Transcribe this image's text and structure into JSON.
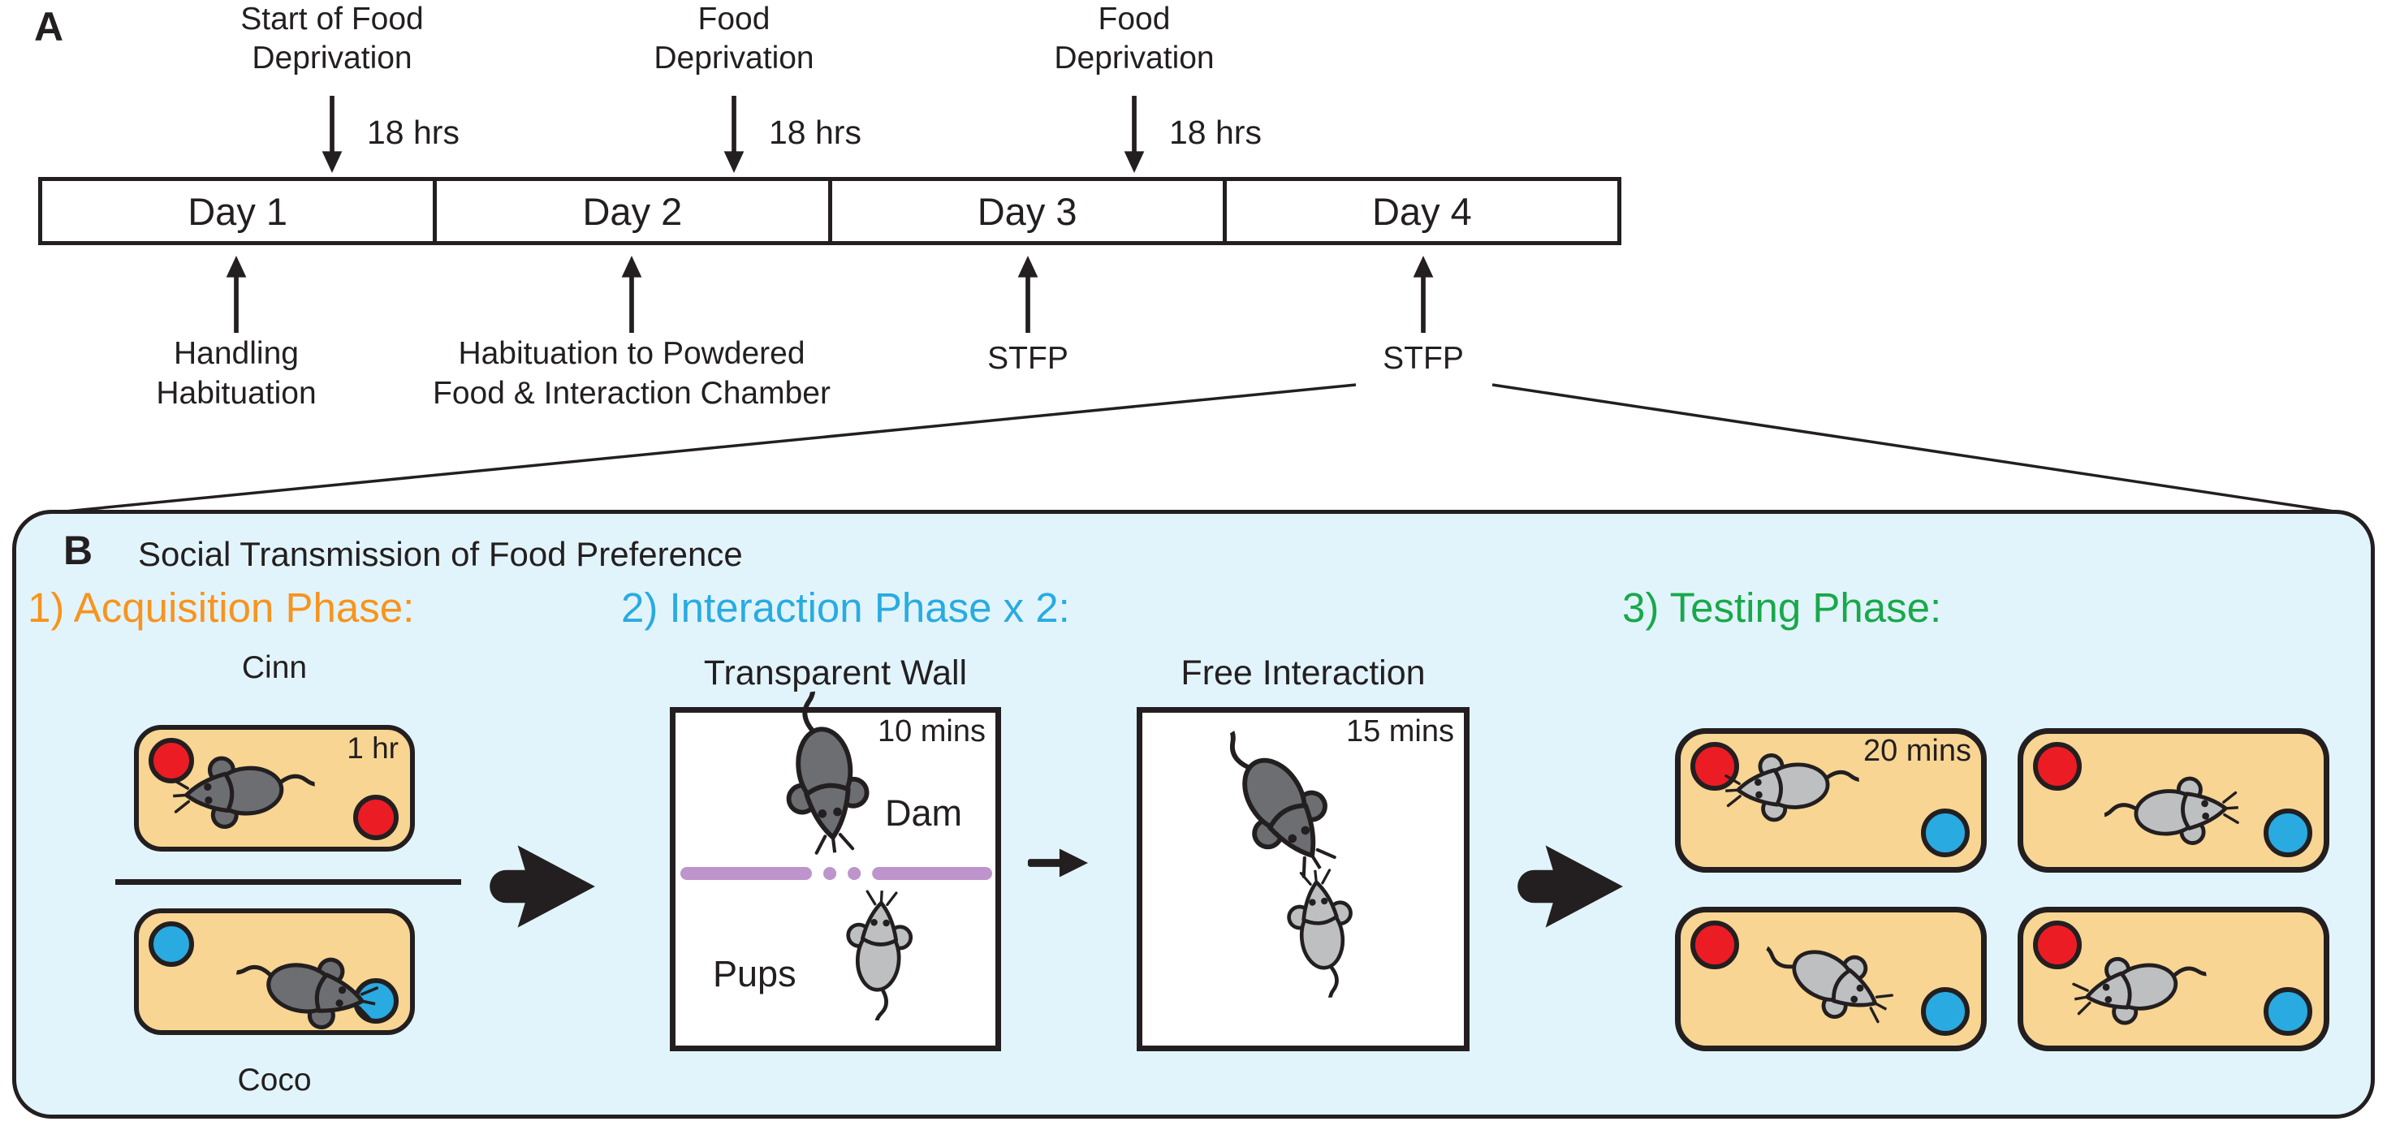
{
  "panel_a": {
    "label": "A",
    "top_events": [
      {
        "line1": "Start of Food",
        "line2": "Deprivation",
        "duration": "18 hrs"
      },
      {
        "line1": "Food",
        "line2": "Deprivation",
        "duration": "18 hrs"
      },
      {
        "line1": "Food",
        "line2": "Deprivation",
        "duration": "18 hrs"
      }
    ],
    "days": [
      "Day 1",
      "Day 2",
      "Day 3",
      "Day 4"
    ],
    "bottom_events": [
      {
        "line1": "Handling",
        "line2": "Habituation"
      },
      {
        "line1": "Habituation to Powdered",
        "line2": "Food & Interaction Chamber"
      },
      {
        "label": "STFP"
      },
      {
        "label": "STFP"
      }
    ]
  },
  "panel_b": {
    "label": "B",
    "title": "Social Transmission of Food Preference",
    "acquisition": {
      "heading": "1) Acquisition Phase:",
      "cinn_label": "Cinn",
      "coco_label": "Coco",
      "duration": "1 hr"
    },
    "interaction": {
      "heading": "2) Interaction Phase x 2:",
      "wall_box": {
        "title": "Transparent Wall",
        "duration": "10 mins",
        "dam_label": "Dam",
        "pups_label": "Pups"
      },
      "free_box": {
        "title": "Free Interaction",
        "duration": "15 mins"
      }
    },
    "testing": {
      "heading": "3) Testing Phase:",
      "duration": "20 mins"
    }
  },
  "colors": {
    "panel_b_background": "#E2F4FB",
    "cage_fill": "#F8D593",
    "red_food_cup": "#EC1C24",
    "blue_food_cup": "#29AAE1",
    "transparent_wall_purple": "#BD94CB",
    "dam_mouse_gray": "#6D6E71",
    "pup_mouse_gray": "#BDBFC1",
    "acquisition_heading": "#F7941E",
    "interaction_heading": "#29ABE2",
    "testing_heading": "#19A84B",
    "line_black": "#231F20"
  },
  "icons": {
    "dam_mouse": "dark-gray-mouse-top-view",
    "pup_mouse": "light-gray-mouse-top-view",
    "big_flow_arrow": "thick-right-arrow",
    "small_flow_arrow": "right-arrow",
    "event_arrow": "vertical-arrow",
    "red_food_cup": "red-circle-food-cup",
    "blue_food_cup": "blue-circle-food-cup",
    "transparent_wall": "purple-dashed-divider"
  }
}
